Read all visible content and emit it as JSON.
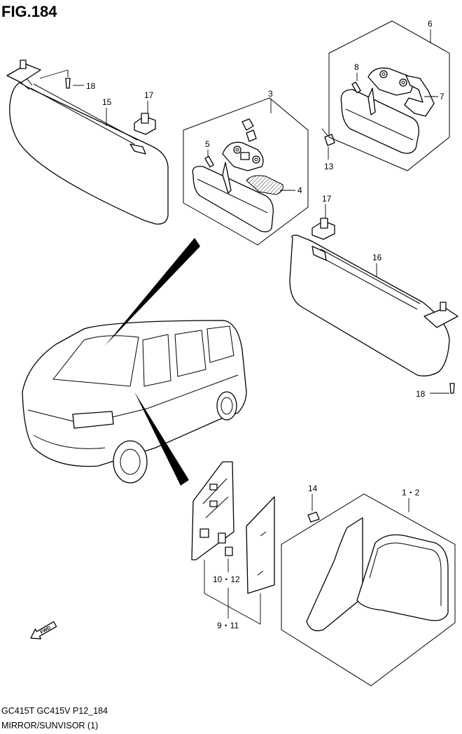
{
  "figure": {
    "title": "FIG.184"
  },
  "callouts": {
    "c1_2": "1・2",
    "c3": "3",
    "c4": "4",
    "c5": "5",
    "c6": "6",
    "c7": "7",
    "c8": "8",
    "c9_11": "9・11",
    "c10_12": "10・12",
    "c13": "13",
    "c14": "14",
    "c15": "15",
    "c16": "16",
    "c17a": "17",
    "c17b": "17",
    "c18a": "18",
    "c18b": "18"
  },
  "fwd_label": "FWD",
  "footer": {
    "model": "GC415T GC415V P12_184",
    "section": "MIRROR/SUNVISOR (1)"
  },
  "icons": [
    "fwd-arrow-icon"
  ]
}
